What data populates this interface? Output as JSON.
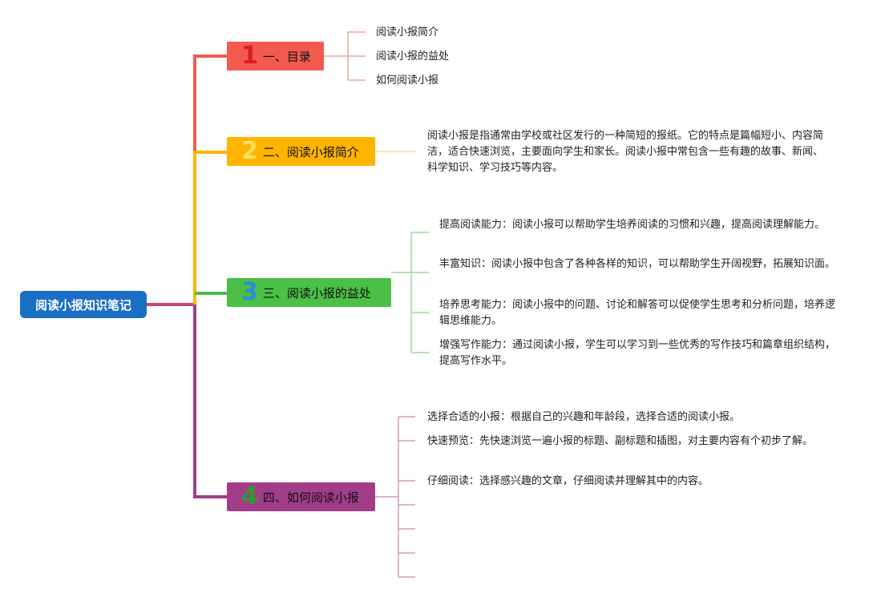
{
  "root": {
    "label": "阅读小报知识笔记"
  },
  "branches": [
    {
      "num": "1",
      "label": "一、目录",
      "color": "#f25a50",
      "num_color": "#e01c23",
      "children": [
        "阅读小报简介",
        "阅读小报的益处",
        "如何阅读小报"
      ]
    },
    {
      "num": "2",
      "label": "二、阅读小报简介",
      "color": "#ffb400",
      "num_color": "#ffe25a",
      "children": [
        "阅读小报是指通常由学校或社区发行的一种简短的报纸。它的特点是篇幅短小、内容简洁，适合快速浏览，主要面向学生和家长。阅读小报中常包含一些有趣的故事、新闻、科学知识、学习技巧等内容。"
      ]
    },
    {
      "num": "3",
      "label": "三、阅读小报的益处",
      "color": "#4cbf47",
      "num_color": "#2a8ed8",
      "children": [
        "提高阅读能力：阅读小报可以帮助学生培养阅读的习惯和兴趣，提高阅读理解能力。",
        "丰富知识：阅读小报中包含了各种各样的知识，可以帮助学生开阔视野，拓展知识面。",
        "培养思考能力：阅读小报中的问题、讨论和解答可以促使学生思考和分析问题，培养逻辑思维能力。",
        "增强写作能力：通过阅读小报，学生可以学习到一些优秀的写作技巧和篇章组织结构，提高写作水平。"
      ]
    },
    {
      "num": "4",
      "label": "四、如何阅读小报",
      "color": "#a23d8a",
      "num_color": "#2d9a2d",
      "children": [
        "选择合适的小报：根据自己的兴趣和年龄段，选择合适的阅读小报。",
        "快速预览：先快速浏览一遍小报的标题、副标题和插图，对主要内容有个初步了解。",
        "仔细阅读：选择感兴趣的文章，仔细阅读并理解其中的内容。",
        "",
        "",
        "",
        ""
      ]
    }
  ]
}
